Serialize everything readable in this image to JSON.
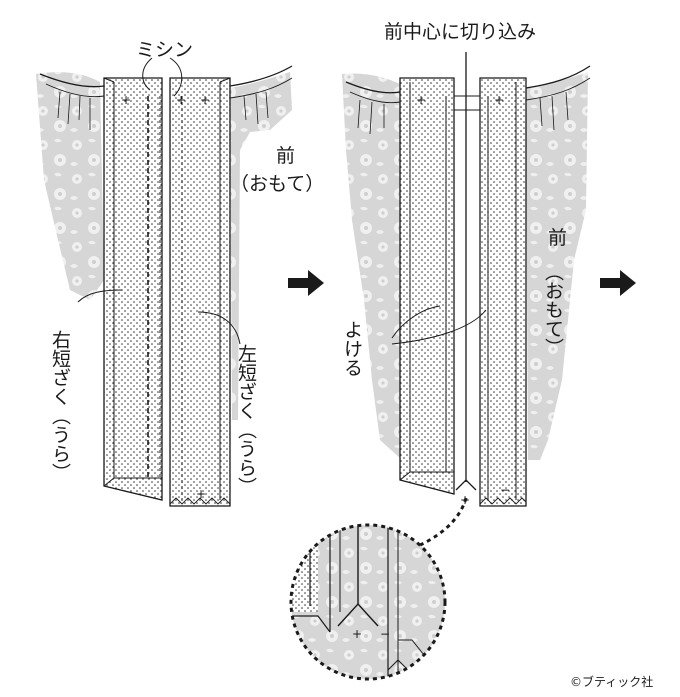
{
  "labels": {
    "sewing": "ミシン",
    "front_1": "前",
    "front_paren_1": "（おもて）",
    "right_placket": "右短ざく（うら）",
    "left_placket": "左短ざく（うら）",
    "center_cut": "前中心に切り込み",
    "front_2": "前",
    "front_paren_2": "（おもて）",
    "fold_aside": "よける"
  },
  "copyright": "©ブティック社",
  "colors": {
    "line": "#1a1a1a",
    "fabric_fill": "#d9d9d9",
    "fabric_flower": "#f2f2f2",
    "placket_fill": "#ffffff"
  }
}
